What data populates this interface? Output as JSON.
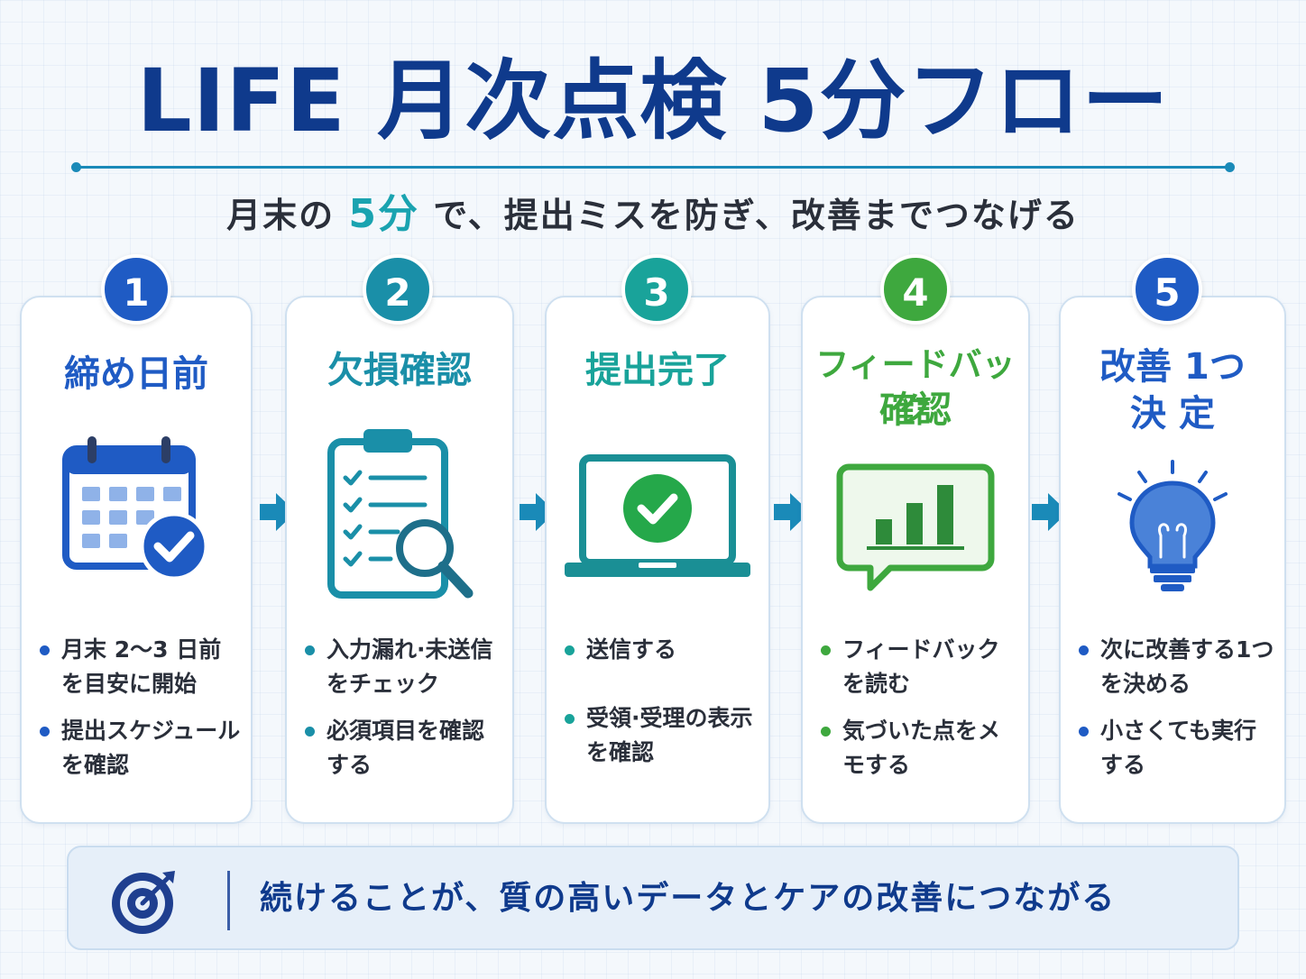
{
  "title": "LIFE 月次点検 5分フロー",
  "subtitle": {
    "pre": "月末の",
    "highlight": "5分",
    "post": "で、提出ミスを防ぎ、改善までつなげる"
  },
  "colors": {
    "title": "#0f3a8c",
    "step1": "#1f5bc4",
    "step2": "#1a8fa8",
    "step3": "#19a39a",
    "step4": "#3ea83e",
    "step5": "#1f5bc4",
    "arrow": "#1a8ab8"
  },
  "steps": [
    {
      "number": "1",
      "title_lines": [
        "締め日前"
      ],
      "icon": "calendar-check-icon",
      "bullets": [
        "月末 2〜3 日前を目安に開始",
        "提出スケジュールを確認"
      ]
    },
    {
      "number": "2",
      "title_lines": [
        "欠損確認"
      ],
      "icon": "clipboard-search-icon",
      "bullets": [
        "入力漏れ·未送信をチェック",
        "必須項目を確認する"
      ]
    },
    {
      "number": "3",
      "title_lines": [
        "提出完了"
      ],
      "icon": "laptop-check-icon",
      "bullets": [
        "送信する",
        "受領·受理の表示を確認"
      ]
    },
    {
      "number": "4",
      "title_lines": [
        "フィードバック",
        "確認"
      ],
      "icon": "feedback-chart-icon",
      "bullets": [
        "フィードバックを読む",
        "気づいた点をメモする"
      ]
    },
    {
      "number": "5",
      "title_lines": [
        "改善 1つ",
        "決 定"
      ],
      "icon": "lightbulb-icon",
      "bullets": [
        "次に改善する1つを決める",
        "小さくても実行する"
      ]
    }
  ],
  "footer": {
    "icon": "target-icon",
    "text": "続けることが、質の高いデータとケアの改善につながる"
  }
}
